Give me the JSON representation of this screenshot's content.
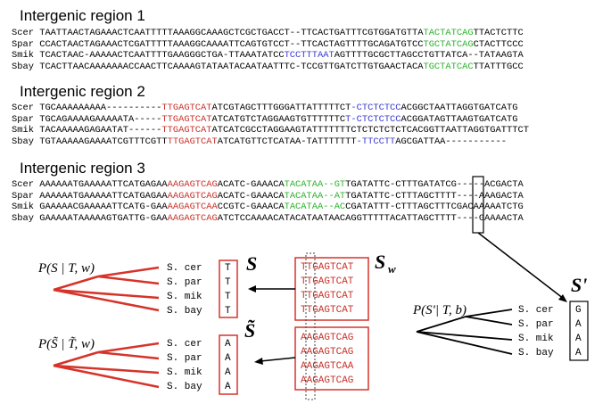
{
  "regions": [
    {
      "title": "Intergenic region 1",
      "rows": [
        {
          "species": "Scer",
          "segments": [
            {
              "t": "TAATTAACTAGAAACTCAATTTTTAAAGGCAAAGCTCGCTGACCT--TTCACTGATTTCGTGGATGTTA",
              "c": ""
            },
            {
              "t": "TACTATCAG",
              "c": "green"
            },
            {
              "t": "TTACTCTTC",
              "c": ""
            }
          ]
        },
        {
          "species": "Spar",
          "segments": [
            {
              "t": "CCACTAACTAGAAACTCGATTTTTAAAGGCAAAATTCAGTGTCCT--TTCACTAGTTTTGCAGATGTCC",
              "c": ""
            },
            {
              "t": "TGCTATCAG",
              "c": "green"
            },
            {
              "t": "CTACTTCCC",
              "c": ""
            }
          ]
        },
        {
          "species": "Smik",
          "segments": [
            {
              "t": "TCACTAAC-AAAAACTCAATTTTGAAGGGCTGA-TTAAATATCC",
              "c": ""
            },
            {
              "t": "TCCTTTAAT",
              "c": "blue"
            },
            {
              "t": "AGTTTTGCGCTTAGCCTGTTATCA--TATAAGTA",
              "c": ""
            }
          ]
        },
        {
          "species": "Sbay",
          "segments": [
            {
              "t": "TCACTTAACAAAAAAACCAACTTCAAAAGTATAATACAATAATTTC-TCCGTTGATCTTGTGAACTACA",
              "c": ""
            },
            {
              "t": "TGCTATCAC",
              "c": "green"
            },
            {
              "t": "TTATTTGCC",
              "c": ""
            }
          ]
        }
      ]
    },
    {
      "title": "Intergenic region 2",
      "rows": [
        {
          "species": "Scer",
          "segments": [
            {
              "t": "TGCAAAAAAAAA----------",
              "c": ""
            },
            {
              "t": "TTGAGTCAT",
              "c": "red"
            },
            {
              "t": "ATCGTAGCTTTGGGATTATTTTTCT",
              "c": ""
            },
            {
              "t": "-CTCTCTCC",
              "c": "blue"
            },
            {
              "t": "ACGGCTAATTAGGTGATCATG",
              "c": ""
            }
          ]
        },
        {
          "species": "Spar",
          "segments": [
            {
              "t": "TGCAGAAAAGAAAAATA-----",
              "c": ""
            },
            {
              "t": "TTGAGTCAT",
              "c": "red"
            },
            {
              "t": "ATCATGTCTAGGAAGTGTTTTTTC",
              "c": ""
            },
            {
              "t": "T-CTCTCTCC",
              "c": "blue"
            },
            {
              "t": "ACGGATAGTTAAGTGATCATG",
              "c": ""
            }
          ]
        },
        {
          "species": "Smik",
          "segments": [
            {
              "t": "TACAAAAAGAGAATAT------",
              "c": ""
            },
            {
              "t": "TTGAGTCAT",
              "c": "red"
            },
            {
              "t": "ATCATCGCCTAGGAAGTATTTTTTTCTCTCTCTCTCACGGTTAATTAGGTGATTTCT",
              "c": ""
            }
          ]
        },
        {
          "species": "Sbay",
          "segments": [
            {
              "t": "TGTAAAAAGAAAATCGTTTCGTT",
              "c": ""
            },
            {
              "t": "TTGAGTCAT",
              "c": "red"
            },
            {
              "t": "ATCATGTTCTCATAA-TATTTTTTT",
              "c": ""
            },
            {
              "t": "-TTCCTT",
              "c": "blue"
            },
            {
              "t": "AGCGATTAA-----------",
              "c": ""
            }
          ]
        }
      ]
    },
    {
      "title": "Intergenic region 3",
      "rows": [
        {
          "species": "Scer",
          "segments": [
            {
              "t": "AAAAAATGAAAAATTCATGAGAA",
              "c": ""
            },
            {
              "t": "AAGAGTCAG",
              "c": "red"
            },
            {
              "t": "ACATC-GAAACA",
              "c": ""
            },
            {
              "t": "TACATAA--GT",
              "c": "green"
            },
            {
              "t": "TGATATTC-CTTTGATATCG-----ACGACTA",
              "c": ""
            }
          ]
        },
        {
          "species": "Spar",
          "segments": [
            {
              "t": "AAAAAATGAAAAATTCATGAGAA",
              "c": ""
            },
            {
              "t": "AAGAGTCAG",
              "c": "red"
            },
            {
              "t": "ACATC-GAAACA",
              "c": ""
            },
            {
              "t": "TACATAA--AT",
              "c": "green"
            },
            {
              "t": "TGATATTC-CTTTAGCTTTT----AAAGACTA",
              "c": ""
            }
          ]
        },
        {
          "species": "Smik",
          "segments": [
            {
              "t": "GAAAAACGAAAAATTCATG-GAA",
              "c": ""
            },
            {
              "t": "AAGAGTCAA",
              "c": "red"
            },
            {
              "t": "CCGTC-GAAACA",
              "c": ""
            },
            {
              "t": "TACATAA--AC",
              "c": "green"
            },
            {
              "t": "CGATATTT-CTTTAGCTTTCGACAAAAATCTG",
              "c": ""
            }
          ]
        },
        {
          "species": "Sbay",
          "segments": [
            {
              "t": "GAAAAATAAAAAGTGATTG-GAA",
              "c": ""
            },
            {
              "t": "AAGAGTCAG",
              "c": "red"
            },
            {
              "t": "ATCTCCAAAACATACATAATAACAGGTTTTTACATTAGCTTTT----GAAAACTA",
              "c": ""
            }
          ]
        }
      ]
    }
  ],
  "bottom": {
    "left_top": {
      "prob_main": "P(S | T, w)",
      "species": [
        "S. cer",
        "S. par",
        "S. mik",
        "S. bay"
      ],
      "column": [
        "T",
        "T",
        "T",
        "T"
      ],
      "set_label": "S"
    },
    "left_bottom": {
      "prob_main": "P(S̃ | T̃, w)",
      "species": [
        "S. cer",
        "S. par",
        "S. mik",
        "S. bay"
      ],
      "column": [
        "A",
        "A",
        "A",
        "A"
      ],
      "set_label": "S̃"
    },
    "motif_top": {
      "label_main": "S",
      "label_sub": "w",
      "rows": [
        "TTGAGTCAT",
        "TTGAGTCAT",
        "TTGAGTCAT",
        "TTGAGTCAT"
      ]
    },
    "motif_bottom": {
      "rows": [
        "AAGAGTCAG",
        "AAGAGTCAG",
        "AAGAGTCAA",
        "AAGAGTCAG"
      ]
    },
    "right": {
      "prob_main": "P(S'| T, b)",
      "species": [
        "S. cer",
        "S. par",
        "S. mik",
        "S. bay"
      ],
      "column": [
        "G",
        "A",
        "A",
        "A"
      ],
      "set_label": "S'"
    }
  },
  "colors": {
    "red": "#c8322a",
    "green": "#2db22d",
    "blue": "#3a3ad0"
  }
}
